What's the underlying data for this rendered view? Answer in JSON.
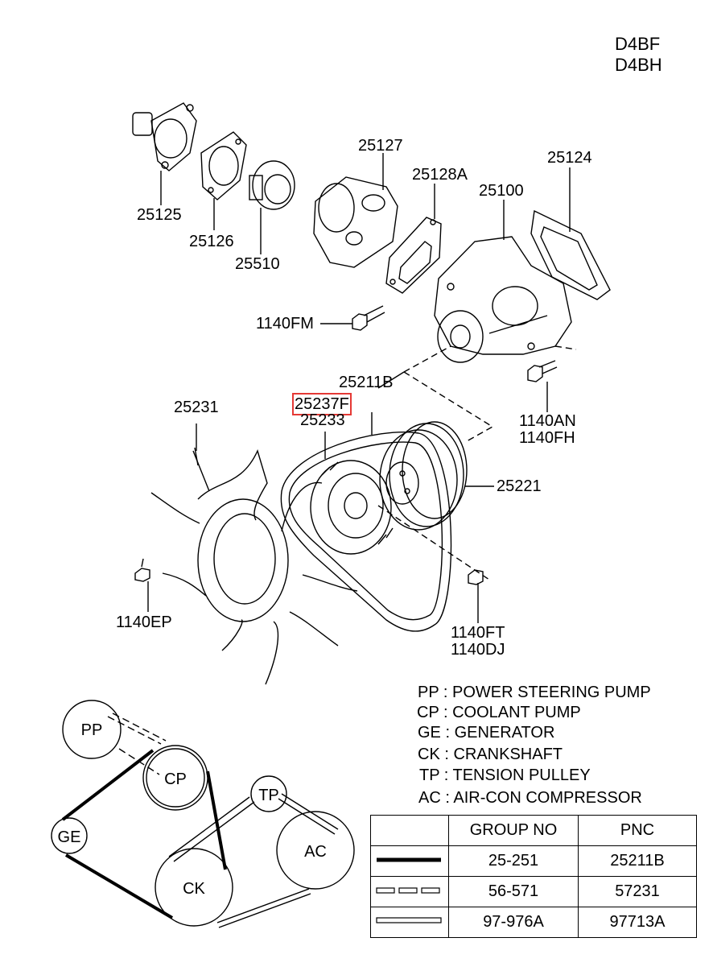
{
  "engine_codes": [
    "D4BF",
    "D4BH"
  ],
  "part_labels": {
    "p25125": "25125",
    "p25126": "25126",
    "p25510": "25510",
    "p25127": "25127",
    "p25128A": "25128A",
    "p25100": "25100",
    "p25124": "25124",
    "p1140FM": "1140FM",
    "p25211B": "25211B",
    "p25237F": "25237F",
    "p25233": "25233",
    "p25231": "25231",
    "p1140AN": "1140AN",
    "p1140FH": "1140FH",
    "p25221": "25221",
    "p1140EP": "1140EP",
    "p1140FT": "1140FT",
    "p1140DJ": "1140DJ"
  },
  "highlight_color": "#e53935",
  "legend": [
    {
      "code": "PP",
      "text": "PP : POWER STEERING PUMP"
    },
    {
      "code": "CP",
      "text": "CP : COOLANT PUMP"
    },
    {
      "code": "GE",
      "text": "GE : GENERATOR"
    },
    {
      "code": "CK",
      "text": "CK : CRANKSHAFT"
    },
    {
      "code": "TP",
      "text": "TP : TENSION PULLEY"
    },
    {
      "code": "AC",
      "text": "AC : AIR-CON COMPRESSOR"
    }
  ],
  "belt_nodes": {
    "pp": "PP",
    "cp": "CP",
    "ge": "GE",
    "ck": "CK",
    "tp": "TP",
    "ac": "AC"
  },
  "table": {
    "headers": {
      "group": "GROUP NO",
      "pnc": "PNC"
    },
    "rows": [
      {
        "style": "thick-solid",
        "group": "25-251",
        "pnc": "25211B"
      },
      {
        "style": "dashed-double",
        "group": "56-571",
        "pnc": "57231"
      },
      {
        "style": "double-line",
        "group": "97-976A",
        "pnc": "97713A"
      }
    ]
  }
}
